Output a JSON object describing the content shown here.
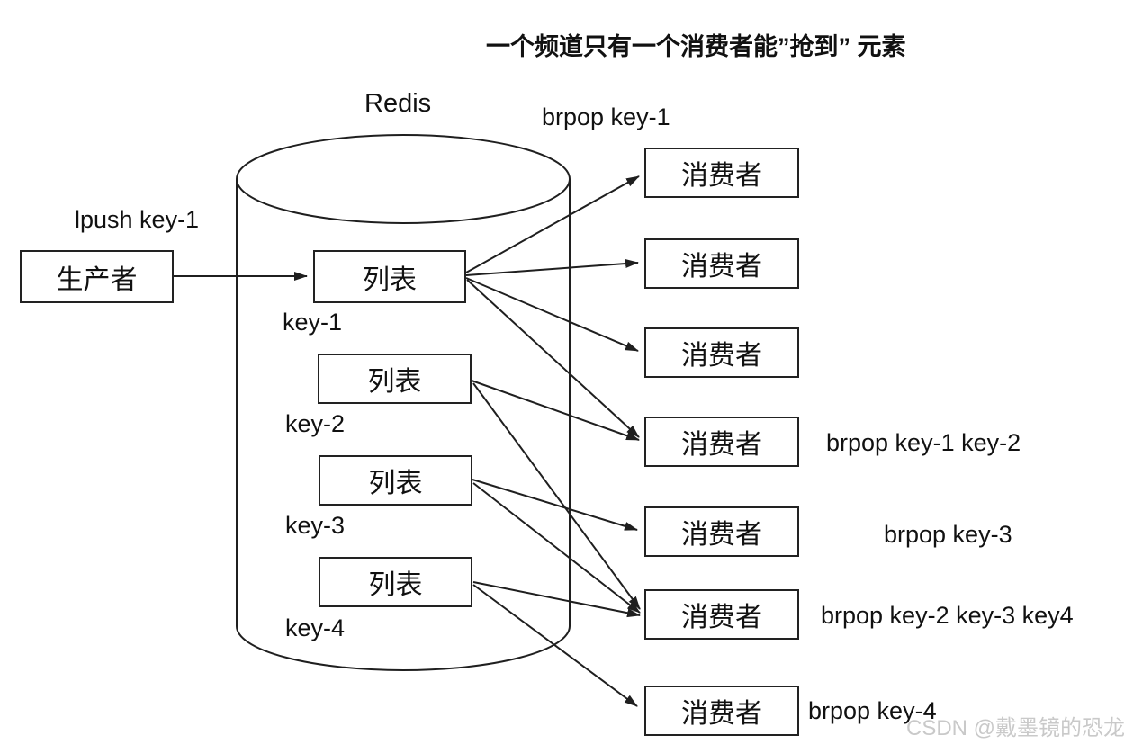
{
  "title": "一个频道只有一个消费者能”抢到” 元素",
  "redis_label": "Redis",
  "brpop_top_label": "brpop key-1",
  "producer": {
    "label": "生产者",
    "action_label": "lpush key-1"
  },
  "lists": [
    {
      "label": "列表",
      "key_label": "key-1"
    },
    {
      "label": "列表",
      "key_label": "key-2"
    },
    {
      "label": "列表",
      "key_label": "key-3"
    },
    {
      "label": "列表",
      "key_label": "key-4"
    }
  ],
  "consumers": [
    {
      "label": "消费者"
    },
    {
      "label": "消费者"
    },
    {
      "label": "消费者"
    },
    {
      "label": "消费者"
    },
    {
      "label": "消费者"
    },
    {
      "label": "消费者"
    },
    {
      "label": "消费者"
    }
  ],
  "annotations": [
    {
      "label": "brpop key-1 key-2"
    },
    {
      "label": "brpop key-3"
    },
    {
      "label": "brpop key-2 key-3 key4"
    },
    {
      "label": "brpop key-4"
    }
  ],
  "watermark": "CSDN @戴墨镜的恐龙",
  "colors": {
    "stroke": "#1f1f1f",
    "background": "#ffffff",
    "watermark": "#c9c9c9"
  }
}
